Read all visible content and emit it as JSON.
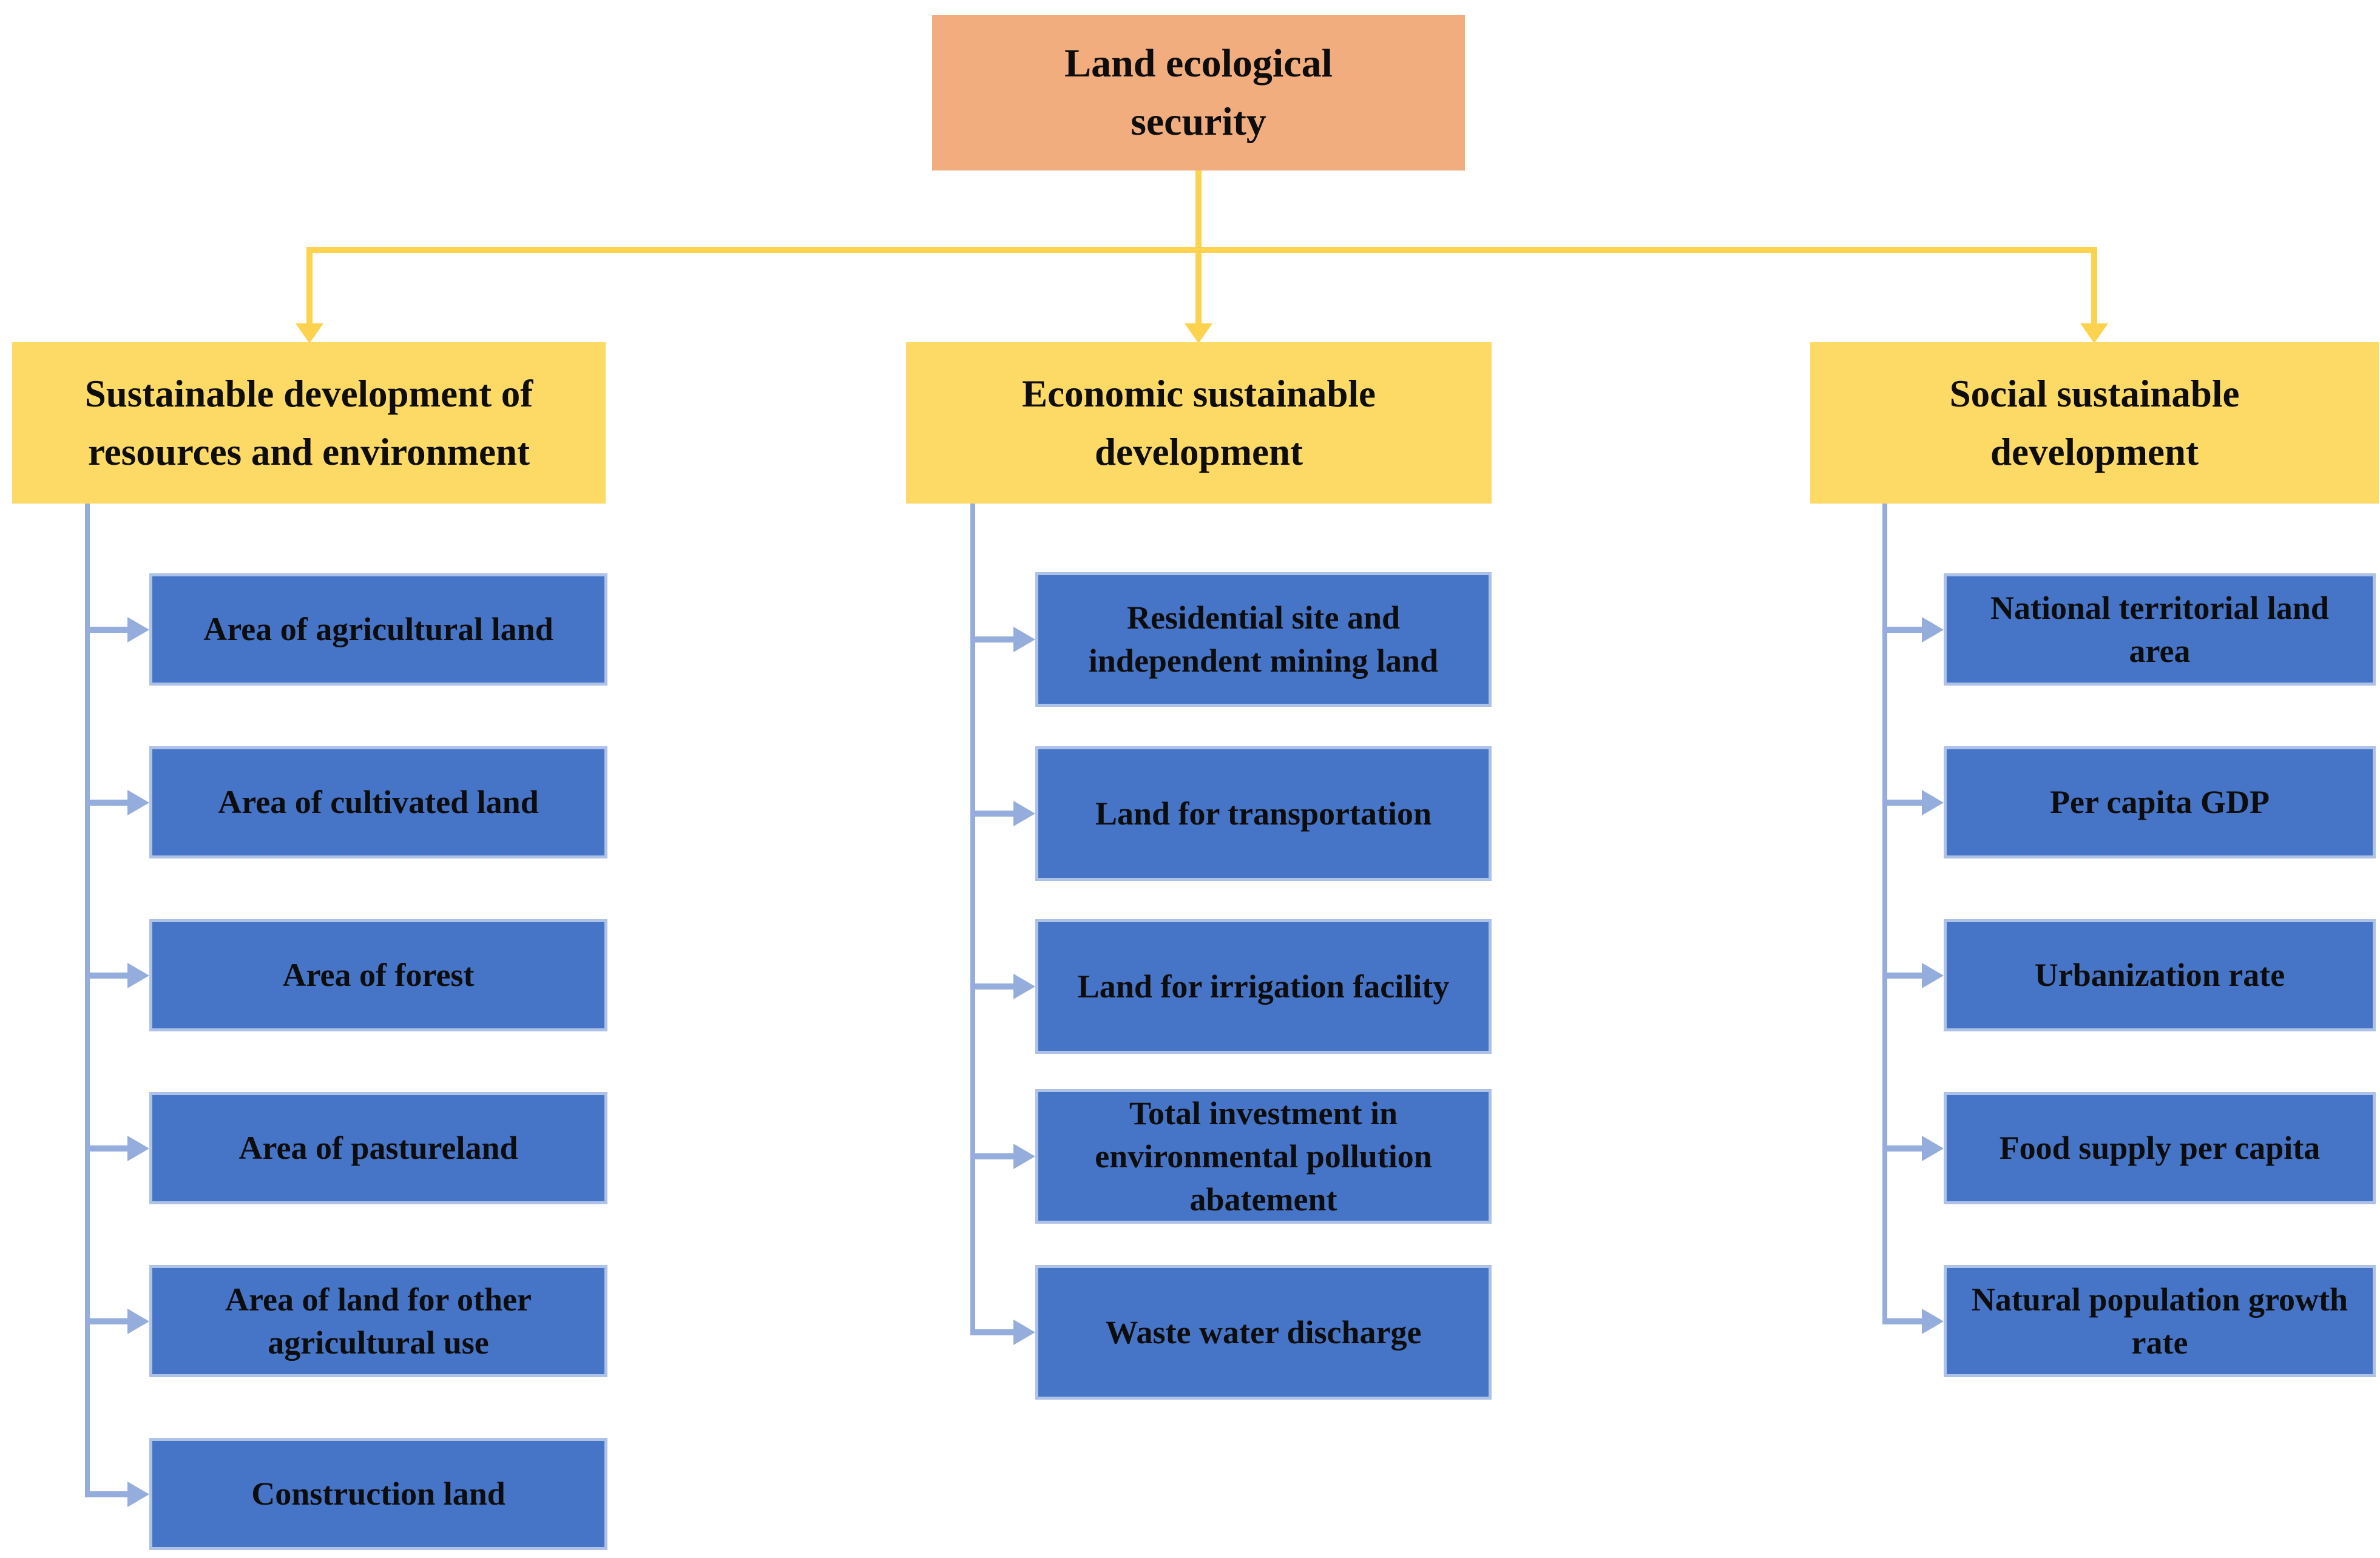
{
  "title": "Land ecological security indicator system diagram",
  "colors": {
    "background": "#ffffff",
    "root_fill": "#f1ad7e",
    "branch_fill": "#fdd965",
    "child_fill": "#4674c6",
    "child_border": "#aec2e8",
    "yellow_connector": "#fcd24e",
    "blue_connector": "#94addc",
    "text": "#0d0d0d"
  },
  "root": {
    "label": "Land ecological security"
  },
  "columns": [
    {
      "header": "Sustainable development of resources and environment",
      "items": [
        "Area of agricultural land",
        "Area of cultivated land",
        "Area of forest",
        "Area of pastureland",
        "Area of land for other agricultural use",
        "Construction land"
      ]
    },
    {
      "header": "Economic sustainable development",
      "items": [
        "Residential site and independent mining land",
        "Land for transportation",
        "Land for irrigation facility",
        "Total investment in environmental pollution abatement",
        "Waste water discharge"
      ]
    },
    {
      "header": "Social sustainable development",
      "items": [
        "National territorial land area",
        "Per capita GDP",
        "Urbanization rate",
        "Food supply per capita",
        "Natural population growth rate"
      ]
    }
  ]
}
